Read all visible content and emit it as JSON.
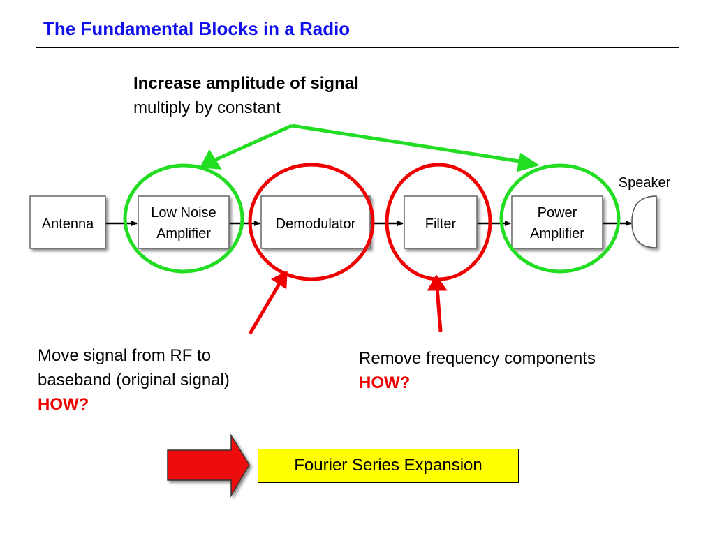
{
  "slide": {
    "title": "The Fundamental Blocks in a Radio"
  },
  "colors": {
    "title": "#1010ee",
    "green_marker": "#22dd22",
    "red_marker": "#ee0000",
    "highlight_box": "#ffff00"
  },
  "blocks": {
    "antenna": "Antenna",
    "lna_line1": "Low Noise",
    "lna_line2": "Amplifier",
    "demodulator": "Demodulator",
    "filter": "Filter",
    "pa_line1": "Power",
    "pa_line2": "Amplifier",
    "speaker": "Speaker"
  },
  "amp_note": {
    "heading": "Increase amplitude of signal",
    "detail": "multiply by constant"
  },
  "demod_note": {
    "line1": "Move signal from RF to",
    "line2": "baseband (original signal)",
    "question": "HOW?"
  },
  "filter_note": {
    "line1": "Remove frequency components",
    "question": "HOW?"
  },
  "conclusion": {
    "label": "Fourier Series Expansion",
    "icon": "right-arrow-icon"
  }
}
